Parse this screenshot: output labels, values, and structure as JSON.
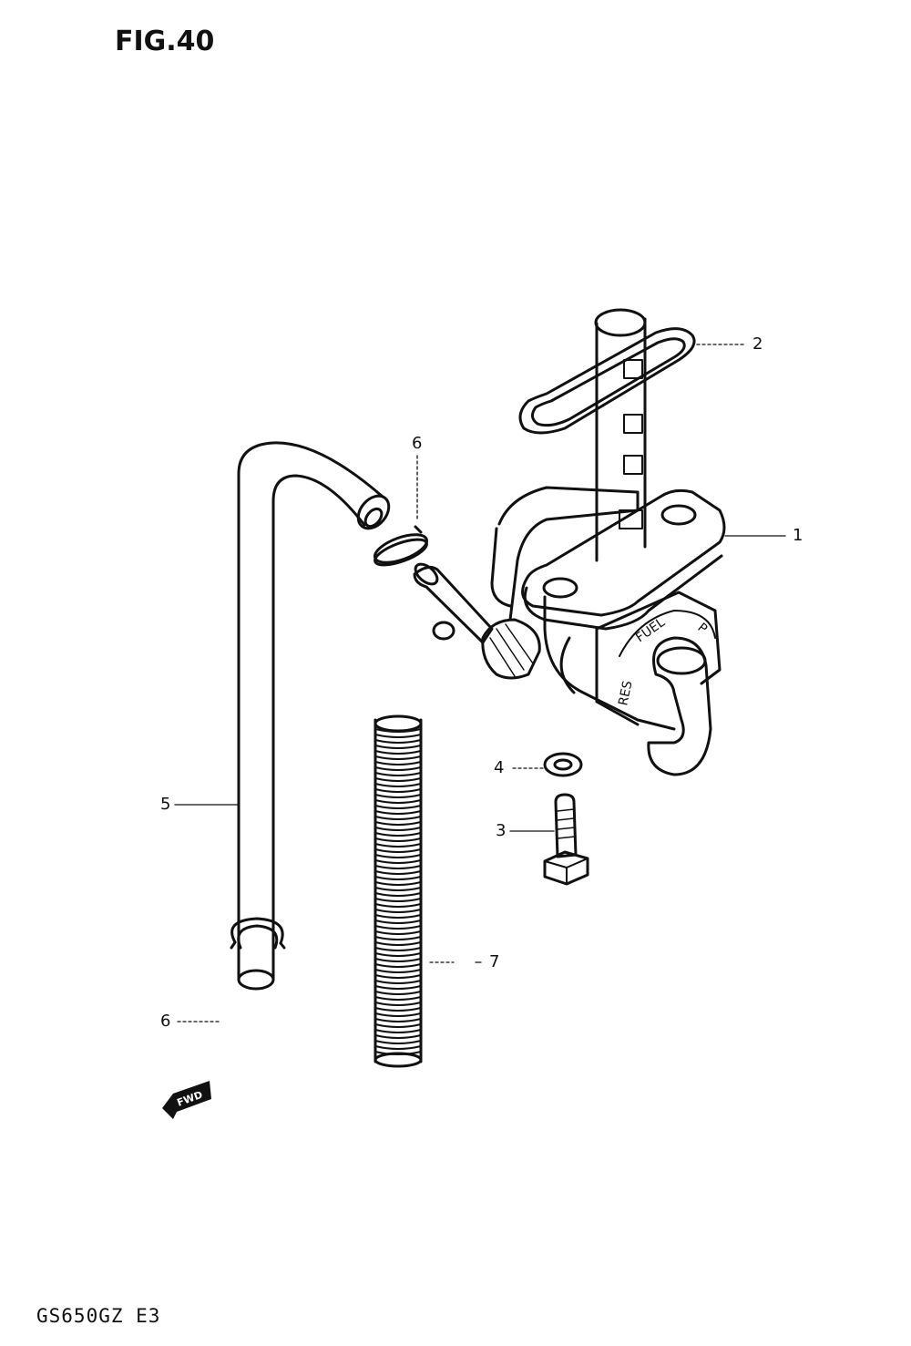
{
  "figure": {
    "title": "FIG.40"
  },
  "model": {
    "code": "GS650GZ E3"
  },
  "callouts": [
    {
      "id": "callout-1",
      "label": "1"
    },
    {
      "id": "callout-2",
      "label": "2"
    },
    {
      "id": "callout-3",
      "label": "3"
    },
    {
      "id": "callout-4",
      "label": "4"
    },
    {
      "id": "callout-5",
      "label": "5"
    },
    {
      "id": "callout-6-top",
      "label": "6"
    },
    {
      "id": "callout-6-bottom",
      "label": "6"
    },
    {
      "id": "callout-7",
      "label": "7"
    }
  ],
  "valve_markings": {
    "res": "RES",
    "fuel": "FUEL",
    "pri": "P"
  },
  "fwd_badge": "FWD"
}
